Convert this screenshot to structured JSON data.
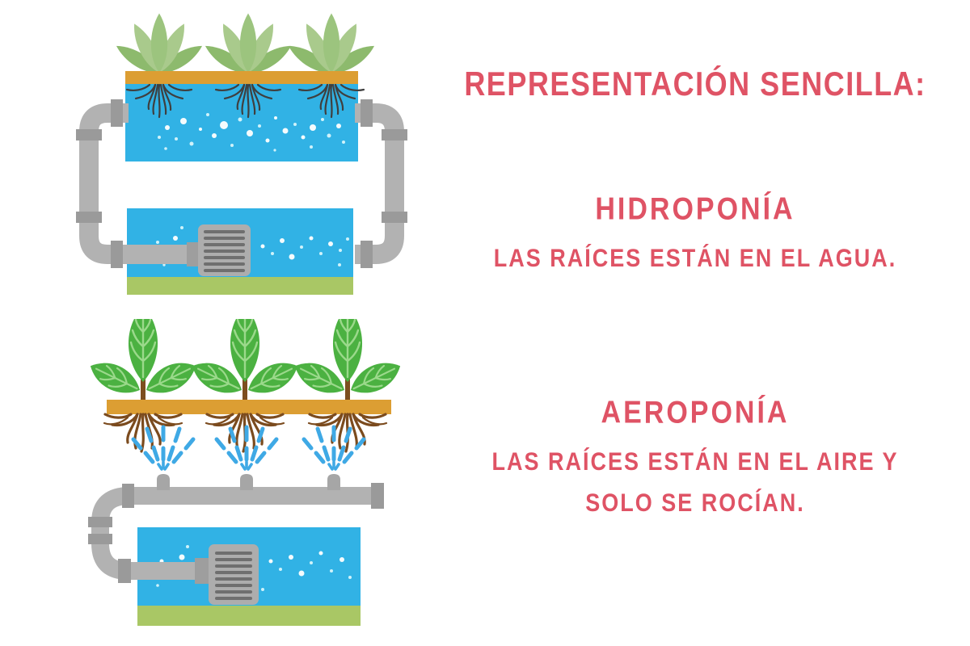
{
  "page": {
    "background": "#ffffff",
    "language": "es"
  },
  "palette": {
    "accent_text_pink": "#df5365",
    "water_blue": "#31b2e5",
    "bubble_white": "#ffffff",
    "bubble_pale_cyan": "#cff2fa",
    "grow_bed_orange": "#dc9e33",
    "tank_base_green": "#a9c765",
    "pipe_gray": "#b2b2b2",
    "pipe_joint_gray": "#9a9a9a",
    "pump_body_gray": "#adadad",
    "pump_slat_gray": "#6f6f6f",
    "hydro_leaf_light": "#a9ca8c",
    "hydro_leaf_mid": "#9cc47e",
    "hydro_leaf_dark": "#8dba6d",
    "aero_leaf_green": "#4bb141",
    "aero_leaf_vein": "#9bd98b",
    "stem_brown": "#7d4e1f",
    "root_dark": "#3f3f3f",
    "root_brown": "#7b4b1e",
    "spray_blue": "#3fa9e5"
  },
  "header": {
    "title": "REPRESENTACIÓN SENCILLA:"
  },
  "sections": [
    {
      "id": "hydroponics",
      "heading": "HIDROPONÍA",
      "description": "LAS RAÍCES ESTÁN EN EL AGUA.",
      "illustration": "hydroponics-system-diagram",
      "illustration_parts": [
        "succulent-plants",
        "grow-bed",
        "water-tank-with-roots",
        "air-bubbles",
        "pipe-loop",
        "reservoir-tank",
        "water-pump"
      ]
    },
    {
      "id": "aeroponics",
      "heading": "AEROPONÍA",
      "description_line1": "LAS RAÍCES ESTÁN EN EL AIRE Y",
      "description_line2": "SOLO SE ROCÍAN.",
      "illustration": "aeroponics-system-diagram",
      "illustration_parts": [
        "leafy-plants",
        "grow-board",
        "hanging-roots",
        "mist-sprays",
        "spray-nozzles",
        "spray-pipe",
        "reservoir-tank",
        "water-pump"
      ]
    }
  ]
}
